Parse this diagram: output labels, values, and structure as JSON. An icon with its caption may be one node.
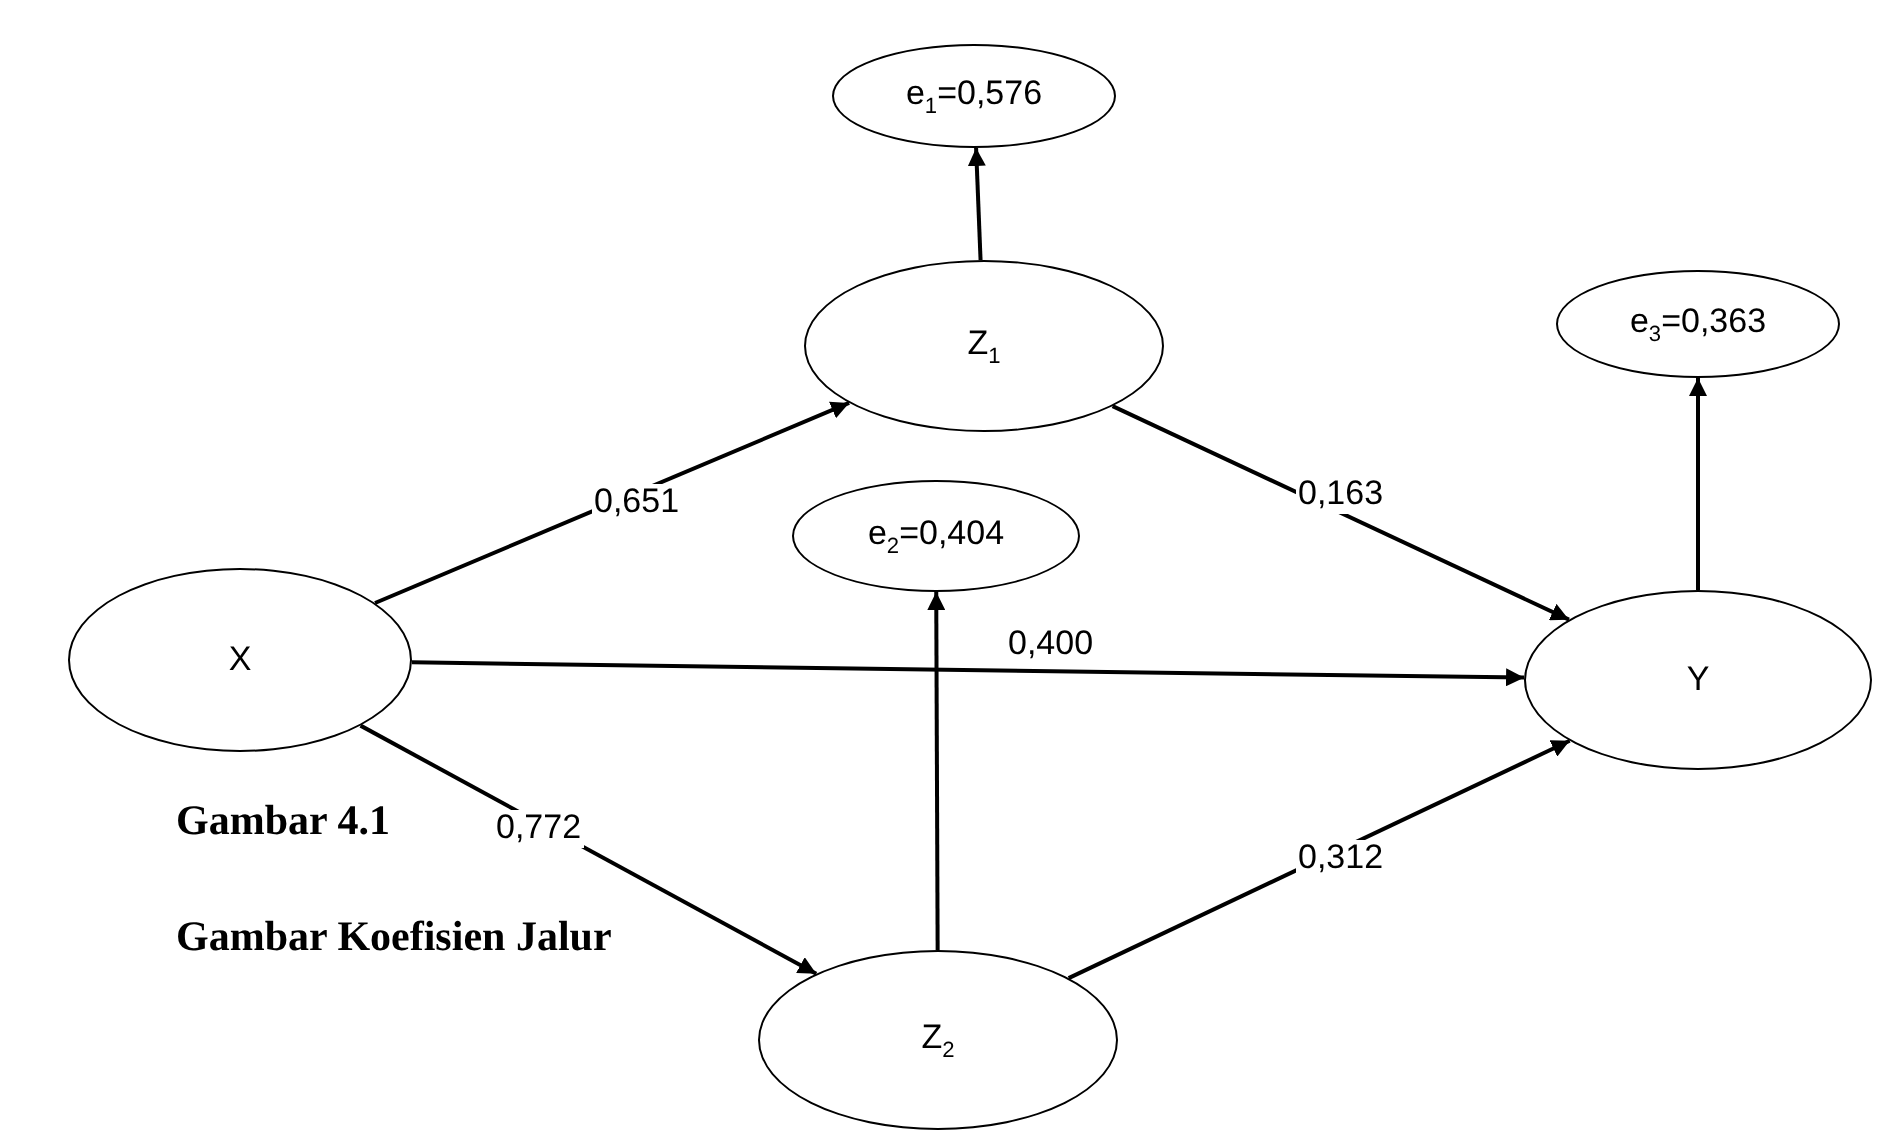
{
  "diagram": {
    "nodes": [
      {
        "text": [
          "e$_{1}$=0,576"
        ]
      },
      {
        "text": [
          "Z$_{1}$"
        ]
      },
      {
        "text": [
          "e$_{3}$=0,363"
        ]
      },
      {
        "text": [
          "X"
        ]
      },
      {
        "text": [
          "e$_{2}$=0,404"
        ]
      },
      {
        "text": [
          "Y"
        ]
      },
      {
        "text": [
          "Z$_{2}$"
        ]
      }
    ],
    "edges": [
      {
        "from": 3,
        "to": 1,
        "arrow": "to",
        "label": "0,651"
      },
      {
        "from": 1,
        "to": 0,
        "arrow": "to"
      },
      {
        "from": 1,
        "to": 5,
        "arrow": "to",
        "label": "0,163"
      },
      {
        "from": 3,
        "to": 5,
        "arrow": "to",
        "label": "0,400"
      },
      {
        "from": 5,
        "to": 2,
        "arrow": "to"
      },
      {
        "from": 3,
        "to": 6,
        "arrow": "to",
        "label": "0,772"
      },
      {
        "from": 6,
        "to": 4,
        "arrow": "to"
      },
      {
        "from": 6,
        "to": 5,
        "arrow": "to",
        "label": "0,312"
      }
    ],
    "labels": [
      "Gambar 4.1",
      "Gambar Koefisien Jalur"
    ]
  }
}
